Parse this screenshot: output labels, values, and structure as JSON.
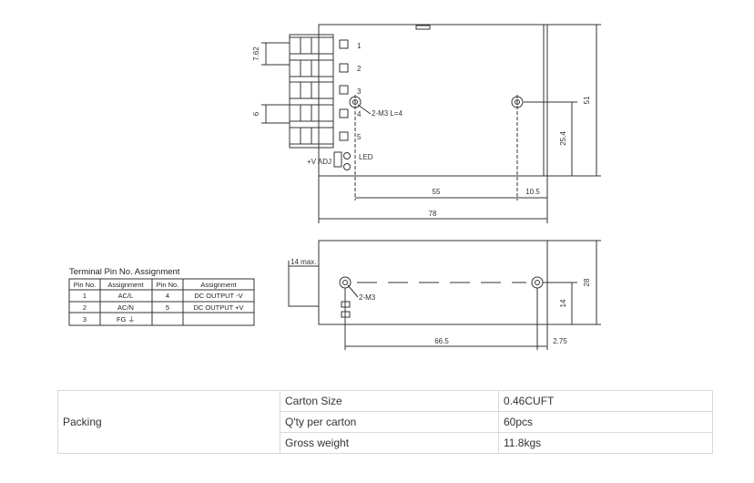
{
  "drawing": {
    "top_view": {
      "pin_numbers": [
        "1",
        "2",
        "3",
        "4",
        "5"
      ],
      "dims": {
        "pitch": "7.62",
        "gap": "6",
        "screw": "2-M3 L=4",
        "height": "51",
        "half": "25.4",
        "hole_x": "55",
        "edge": "10.5",
        "width": "78",
        "vadj": "+V ADJ",
        "led": "LED"
      }
    },
    "side_view": {
      "dims": {
        "lug": "14 max.",
        "screw": "2-M3",
        "height": "28",
        "mid": "14",
        "span": "66.5",
        "edge": "2.75"
      }
    },
    "pin_table": {
      "title": "Terminal Pin No.  Assignment",
      "headers": [
        "Pin No.",
        "Assignment",
        "Pin No.",
        "Assignment"
      ],
      "rows": [
        [
          "1",
          "AC/L",
          "4",
          "DC OUTPUT -V"
        ],
        [
          "2",
          "AC/N",
          "5",
          "DC OUTPUT +V"
        ],
        [
          "3",
          "FG ⏚",
          "",
          ""
        ]
      ]
    }
  },
  "packing": {
    "group_label": "Packing",
    "rows": [
      {
        "label": "Carton Size",
        "value": "0.46CUFT"
      },
      {
        "label": "Q'ty per carton",
        "value": "60pcs"
      },
      {
        "label": "Gross weight",
        "value": "11.8kgs"
      }
    ]
  }
}
